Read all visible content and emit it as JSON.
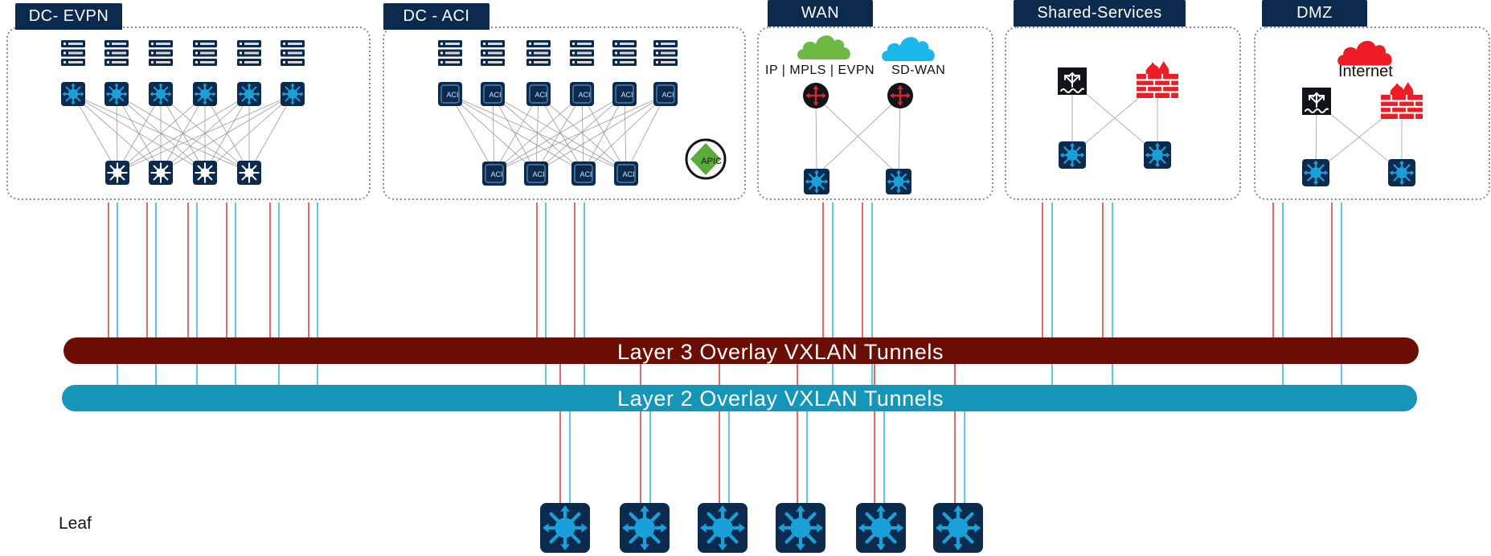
{
  "sites": {
    "dc_evpn": "DC- EVPN",
    "dc_aci": "DC - ACI",
    "wan": "WAN",
    "shared": "Shared-Services",
    "dmz": "DMZ"
  },
  "wan_labels": {
    "mpls": "IP | MPLS | EVPN",
    "sdwan": "SD-WAN"
  },
  "aci": {
    "node_label": "ACI",
    "controller_label": "APIC"
  },
  "dmz_internet_label": "Internet",
  "overlays": {
    "layer3": "Layer 3 Overlay VXLAN Tunnels",
    "layer2": "Layer 2 Overlay VXLAN Tunnels"
  },
  "leaf_label": "Leaf",
  "colors": {
    "navy": "#0c2a4e",
    "switch_blue": "#1aa0d8",
    "layer3_band": "#6b0e06",
    "layer2_band": "#1596b9",
    "red_link": "#e06a6a",
    "blue_link": "#5cc8ea",
    "wan_cloud": "#6dbb45",
    "sdwan_cloud": "#1ab8ea",
    "internet_cloud": "#ee1c25",
    "firewall": "#e8323a",
    "apic": "#5aaa3c"
  },
  "icons": [
    "server-icon",
    "switch-icon",
    "spine-icon",
    "aci-switch-icon",
    "apic-icon",
    "cloud-icon",
    "router-icon",
    "load-balancer-icon",
    "firewall-icon"
  ]
}
